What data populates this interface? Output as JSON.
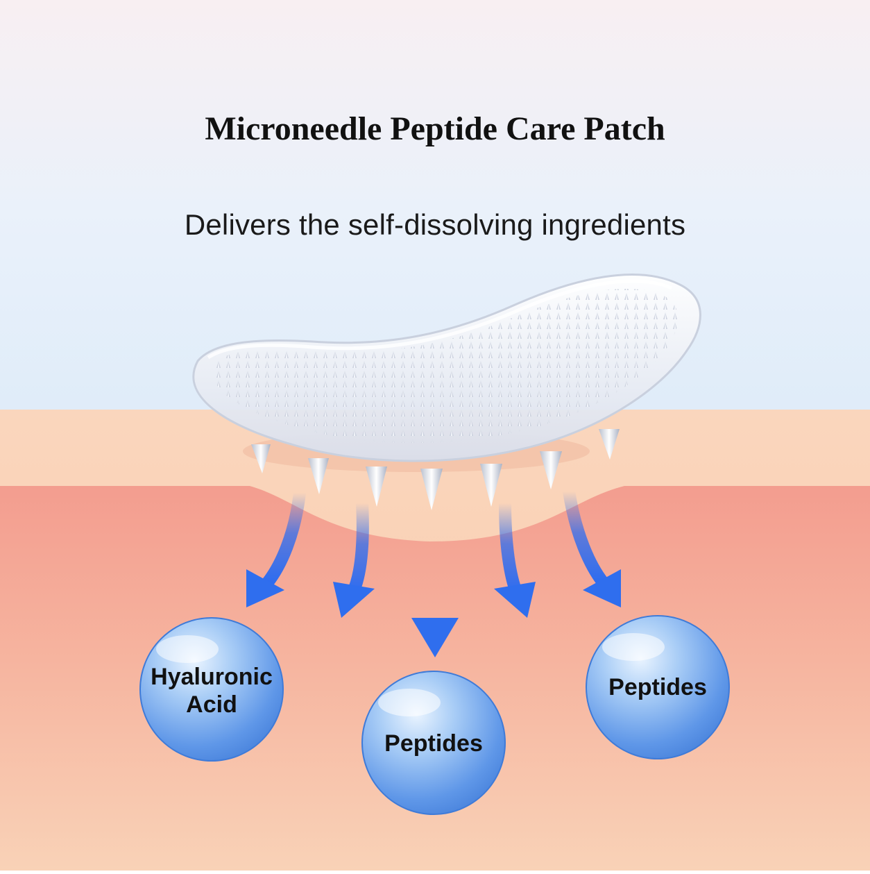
{
  "title": "Microneedle Peptide Care Patch",
  "subtitle": "Delivers the self-dissolving ingredients",
  "ingredients": [
    {
      "line1": "Hyaluronic",
      "line2": "Acid"
    },
    {
      "label": "Peptides"
    },
    {
      "label": "Peptides"
    }
  ],
  "colors": {
    "sky_top": "#f7eef1",
    "sky_bottom": "#e2edf8",
    "skin_surface": "#f8d0b4",
    "skin_deep": "#f3a597",
    "arrow": "#2d6cf0",
    "bubble": "#6aa4ee"
  }
}
